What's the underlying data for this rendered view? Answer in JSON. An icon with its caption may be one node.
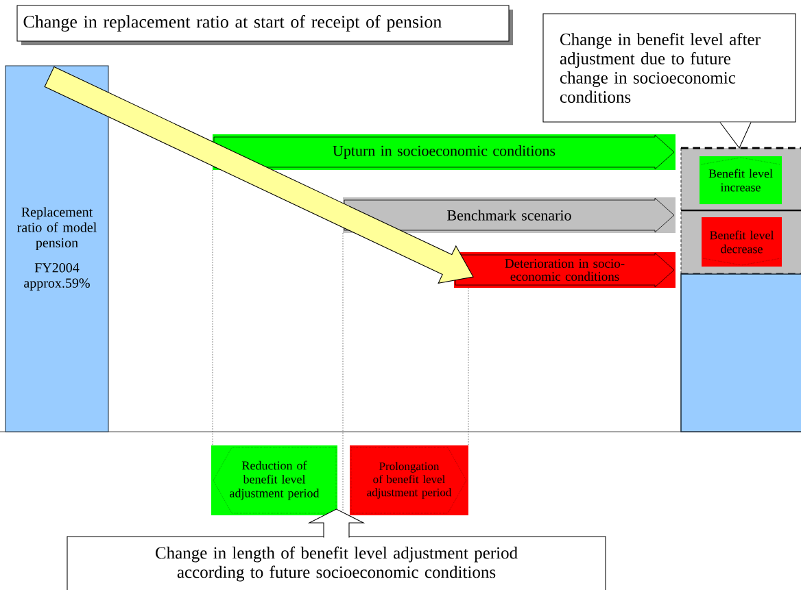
{
  "diagram": {
    "nodes": [
      {
        "text": [
          "Change in replacement ratio at start of receipt of pension"
        ]
      },
      {
        "text": [
          "Change in benefit level after adjustment due to future change in socioeconomic conditions"
        ]
      },
      {
        "text": [
          "Replacement ratio of model pension",
          "FY2004 approx.59%"
        ]
      },
      {
        "text": [
          "Upturn in socioeconomic conditions"
        ]
      },
      {
        "text": [
          "Benchmark scenario"
        ]
      },
      {
        "text": [
          "Deterioration in socio-economic conditions"
        ]
      },
      {
        "text": [],
        "shape": "box"
      },
      {
        "text": [
          "Benefit level increase"
        ],
        "in": 6
      },
      {
        "text": [
          "Benefit level decrease"
        ],
        "in": 6
      },
      {
        "text": [],
        "shape": "bar"
      },
      {
        "text": [
          "Reduction of benefit level adjustment period"
        ]
      },
      {
        "text": [
          "Prolongation of benefit level adjustment period"
        ]
      },
      {
        "text": [
          "Change in length of benefit level adjustment period according to future socioeconomic conditions"
        ]
      }
    ],
    "edges": [
      {
        "from": 2,
        "to": 5,
        "arrow": "to"
      },
      {
        "from": 1,
        "to": 6,
        "arrow": "to"
      },
      {
        "from": 12,
        "to": null,
        "arrow": "to"
      },
      {
        "from": 3,
        "to": 10,
        "arrow": "none",
        "style": "dashed"
      },
      {
        "from": 4,
        "to": 11,
        "arrow": "none",
        "style": "dashed"
      },
      {
        "from": 5,
        "to": 11,
        "arrow": "none",
        "style": "dashed"
      }
    ]
  }
}
